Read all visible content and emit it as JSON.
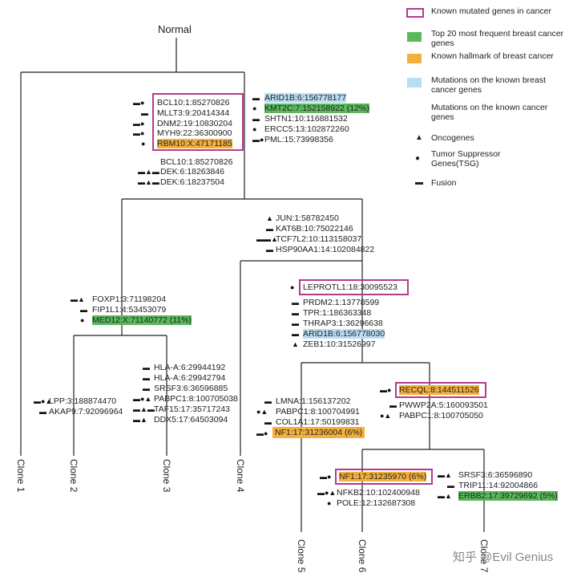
{
  "root_label": "Normal",
  "legend": {
    "known_mutated": "Known mutated genes in cancer",
    "top20": "Top 20 most frequent breast cancer genes",
    "hallmark": "Known hallmark of breast cancer",
    "known_breast": "Mutations on the known breast cancer genes",
    "known_cancer": "Mutations on the known cancer genes",
    "oncogenes": "Oncogenes",
    "tsg": "Tumor Suppressor Genes(TSG)",
    "fusion": "Fusion",
    "colors": {
      "box": "#b53a8c",
      "green": "#5cb85c",
      "orange": "#f4b03e",
      "blue": "#b9ddf2"
    }
  },
  "clones": [
    "Clone 1",
    "Clone 2",
    "Clone 3",
    "Clone 4",
    "Clone 5",
    "Clone 6",
    "Clone 7"
  ],
  "groups": {
    "g1": [
      "BCL10:1:85270826",
      "MLLT3:9:20414344",
      "DNM2:19:10830204",
      "MYH9:22:36300900",
      "RBM10:X:47171185"
    ],
    "g1b": [
      "BCL10:1:85270826",
      "DEK:6:18263846",
      "DEK:6:18237504"
    ],
    "g2": [
      "ARID1B:6:156778177",
      "KMT2C:7:152158922 (12%)",
      "SHTN1:10:116881532",
      "ERCC5:13:102872260",
      "PML:15:73998356"
    ],
    "g3": [
      "JUN:1:58782450",
      "KAT6B:10:75022146",
      "TCF7L2:10:113158037",
      "HSP90AA1:14:102084822"
    ],
    "g4": [
      "FOXP1:3:71198204",
      "FIP1L1:4:53453079",
      "MED12:X:71140772 (11%)"
    ],
    "g5": [
      "LEPROTL1:18:30095523",
      "PRDM2:1:13778599",
      "TPR:1:186363348",
      "THRAP3:1:36296638",
      "ARID1B:6:156778030",
      "ZEB1:10:31526997"
    ],
    "g6": [
      "LPP:3:188874470",
      "AKAP9:7:92096964"
    ],
    "g7": [
      "HLA-A:6:29944192",
      "HLA-A:6:29942794",
      "SRSF3:6:36596885",
      "PABPC1:8:100705038",
      "TAF15:17:35717243",
      "DDX5:17:64503094"
    ],
    "g8": [
      "LMNA:1:156137202",
      "PABPC1:8:100704991",
      "COL1A1:17:50199831",
      "NF1:17:31236004 (6%)"
    ],
    "g9": [
      "RECQL:8:144511526",
      "PWWP2A:5:160093501",
      "PABPC1:8:100705050"
    ],
    "g10": [
      "NF1:17:31235970 (6%)",
      "NFKB2:10:102400948",
      "POLE:12:132687308"
    ],
    "g11": [
      "SRSF3:6:36596890",
      "TRIP11:14:92004866",
      "ERBB2:17:39729692 (5%)"
    ]
  },
  "watermark": "知乎 @Evil Genius"
}
